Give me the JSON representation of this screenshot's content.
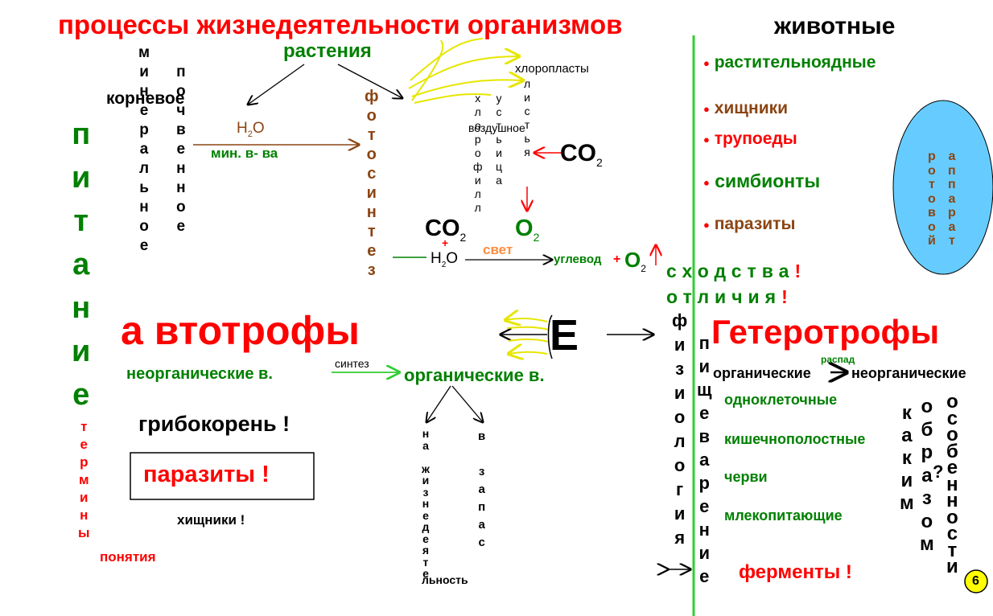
{
  "title": "процессы жизнедеятельности организмов",
  "animals": "животные",
  "plants": "растения",
  "chloroplasts": "хлоропласты",
  "root_left": "минеральное",
  "root_mid": "корневое",
  "root_right": "почвенное",
  "h2o": "H2O",
  "min_water": "мин. в- ва",
  "photosynthesis": "фотосинтез",
  "chlorophyll": "хлорофилл",
  "stomata": "устьица",
  "air_mid": "воздушное",
  "air": "воздушное",
  "chloroplast_down": "листья",
  "co2_right": "CO2",
  "co2_main": "CO2",
  "o2_top": "O2",
  "plus_small": "+",
  "h2o_bottom": "H2O",
  "light": "свет",
  "carbohydrate": "углевод",
  "plus_o2": "+",
  "o2_bottom": "O2",
  "similarities": "сходства",
  "excl1": "!",
  "differences": "отличия",
  "excl2": "!",
  "nutrition": "питание",
  "terms": "термины",
  "concepts": "понятия",
  "autotrophs_a": "а",
  "autotrophs_v": "в",
  "autotrophs_rest": "тотрофы",
  "energy": "E",
  "heterotrophs": "Гетеротрофы",
  "inorganic": "неорганические в.",
  "synthesis": "синтез",
  "organic": "органические в.",
  "for_life": "на жизнедеятельность",
  "stock": "в запас",
  "mycorrhiza": "грибокорень !",
  "parasites_box": "паразиты !",
  "predators_small": "хищники !",
  "physiology": "физиология",
  "digestion": "пищеварение",
  "organic_h": "органические",
  "decay": "распад",
  "inorganic_h": "неорганические",
  "groups": [
    "одноклеточные",
    "кишечнополостные",
    "черви",
    "млекопитающие"
  ],
  "enzymes": "ферменты !",
  "how": "каким",
  "way": "образом",
  "q": "?",
  "features": "особенности",
  "animal_types": [
    "растительноядные",
    "хищники",
    "трупоеды",
    "симбионты",
    "паразиты"
  ],
  "oval_left": "ротовой",
  "oval_right": "аппарат",
  "slide_number": "6",
  "colors": {
    "red": "#ff0000",
    "green": "#008000",
    "brown": "#8b4513",
    "oval": "#66ccff",
    "divider": "#33cc33",
    "badge": "#ffff00"
  }
}
